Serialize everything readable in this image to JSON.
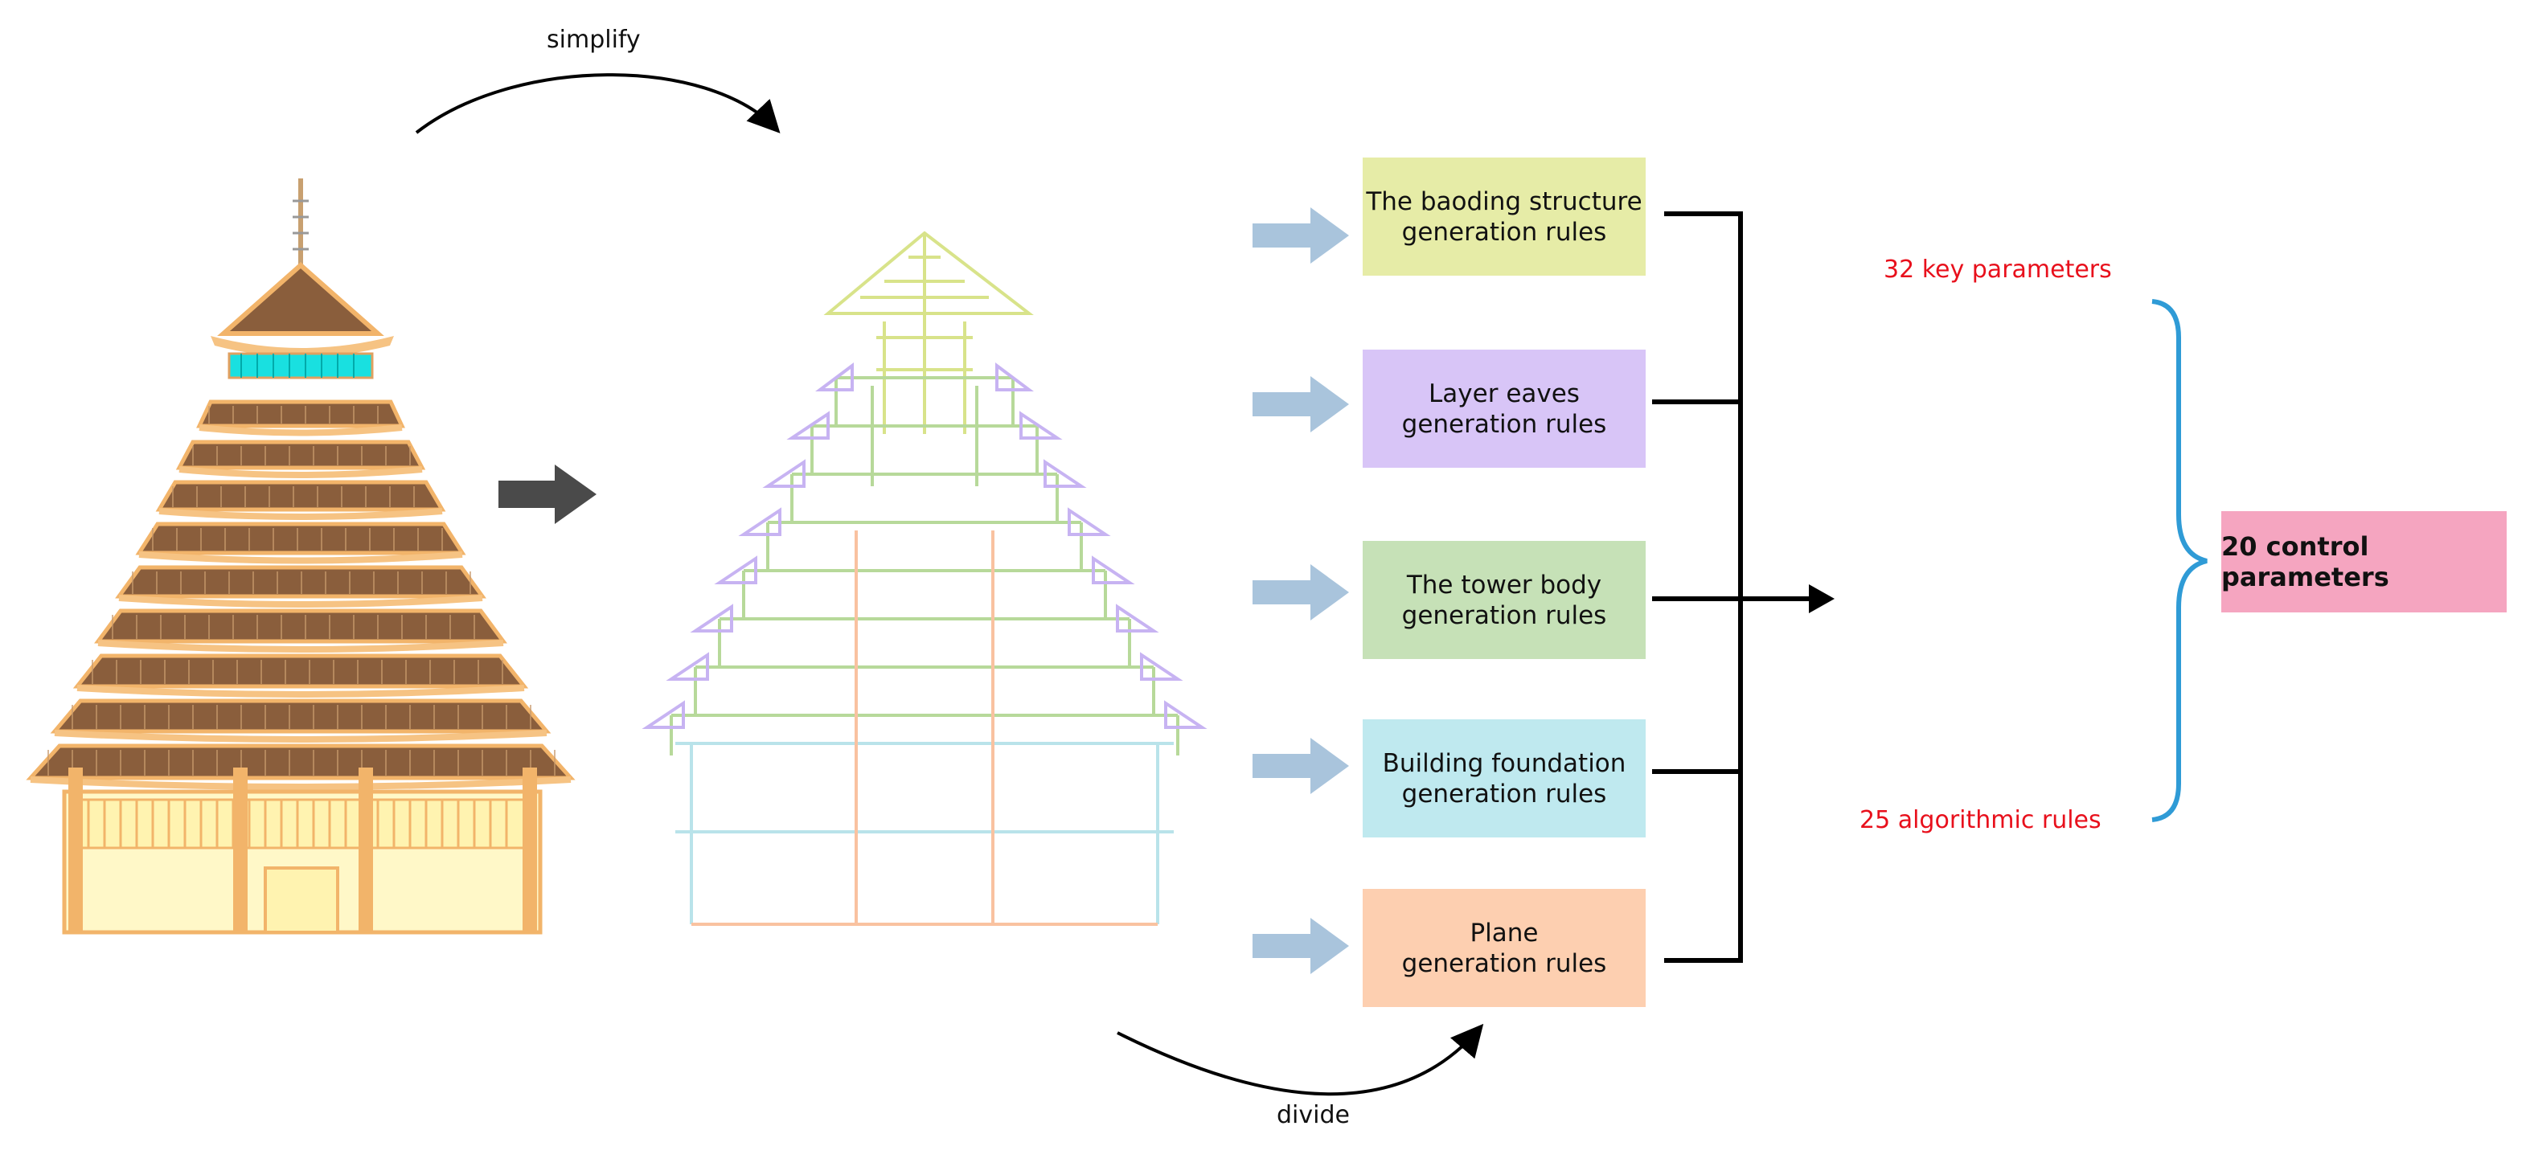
{
  "labels": {
    "simplify": "simplify",
    "divide": "divide"
  },
  "rules": [
    {
      "id": "baoding",
      "line1": "The baoding structure",
      "line2": "generation rules",
      "color": "#e6eca7"
    },
    {
      "id": "eaves",
      "line1": "Layer eaves",
      "line2": "generation rules",
      "color": "#d8c5f7"
    },
    {
      "id": "body",
      "line1": "The tower body",
      "line2": "generation rules",
      "color": "#c6e1b7"
    },
    {
      "id": "foundation",
      "line1": "Building foundation",
      "line2": "generation rules",
      "color": "#bfe9ef"
    },
    {
      "id": "plane",
      "line1": "Plane",
      "line2": "generation rules",
      "color": "#fdcfb0"
    }
  ],
  "parameters": {
    "key": "32 key parameters",
    "algorithmic": "25 algorithmic rules",
    "control": "20 control parameters"
  },
  "colors": {
    "red_text": "#e8101c",
    "brace": "#2f9bd6",
    "control_box": "#f5a5c0",
    "block_arrow": "#a9c4dc",
    "dark_arrow": "#4a4a4a"
  }
}
